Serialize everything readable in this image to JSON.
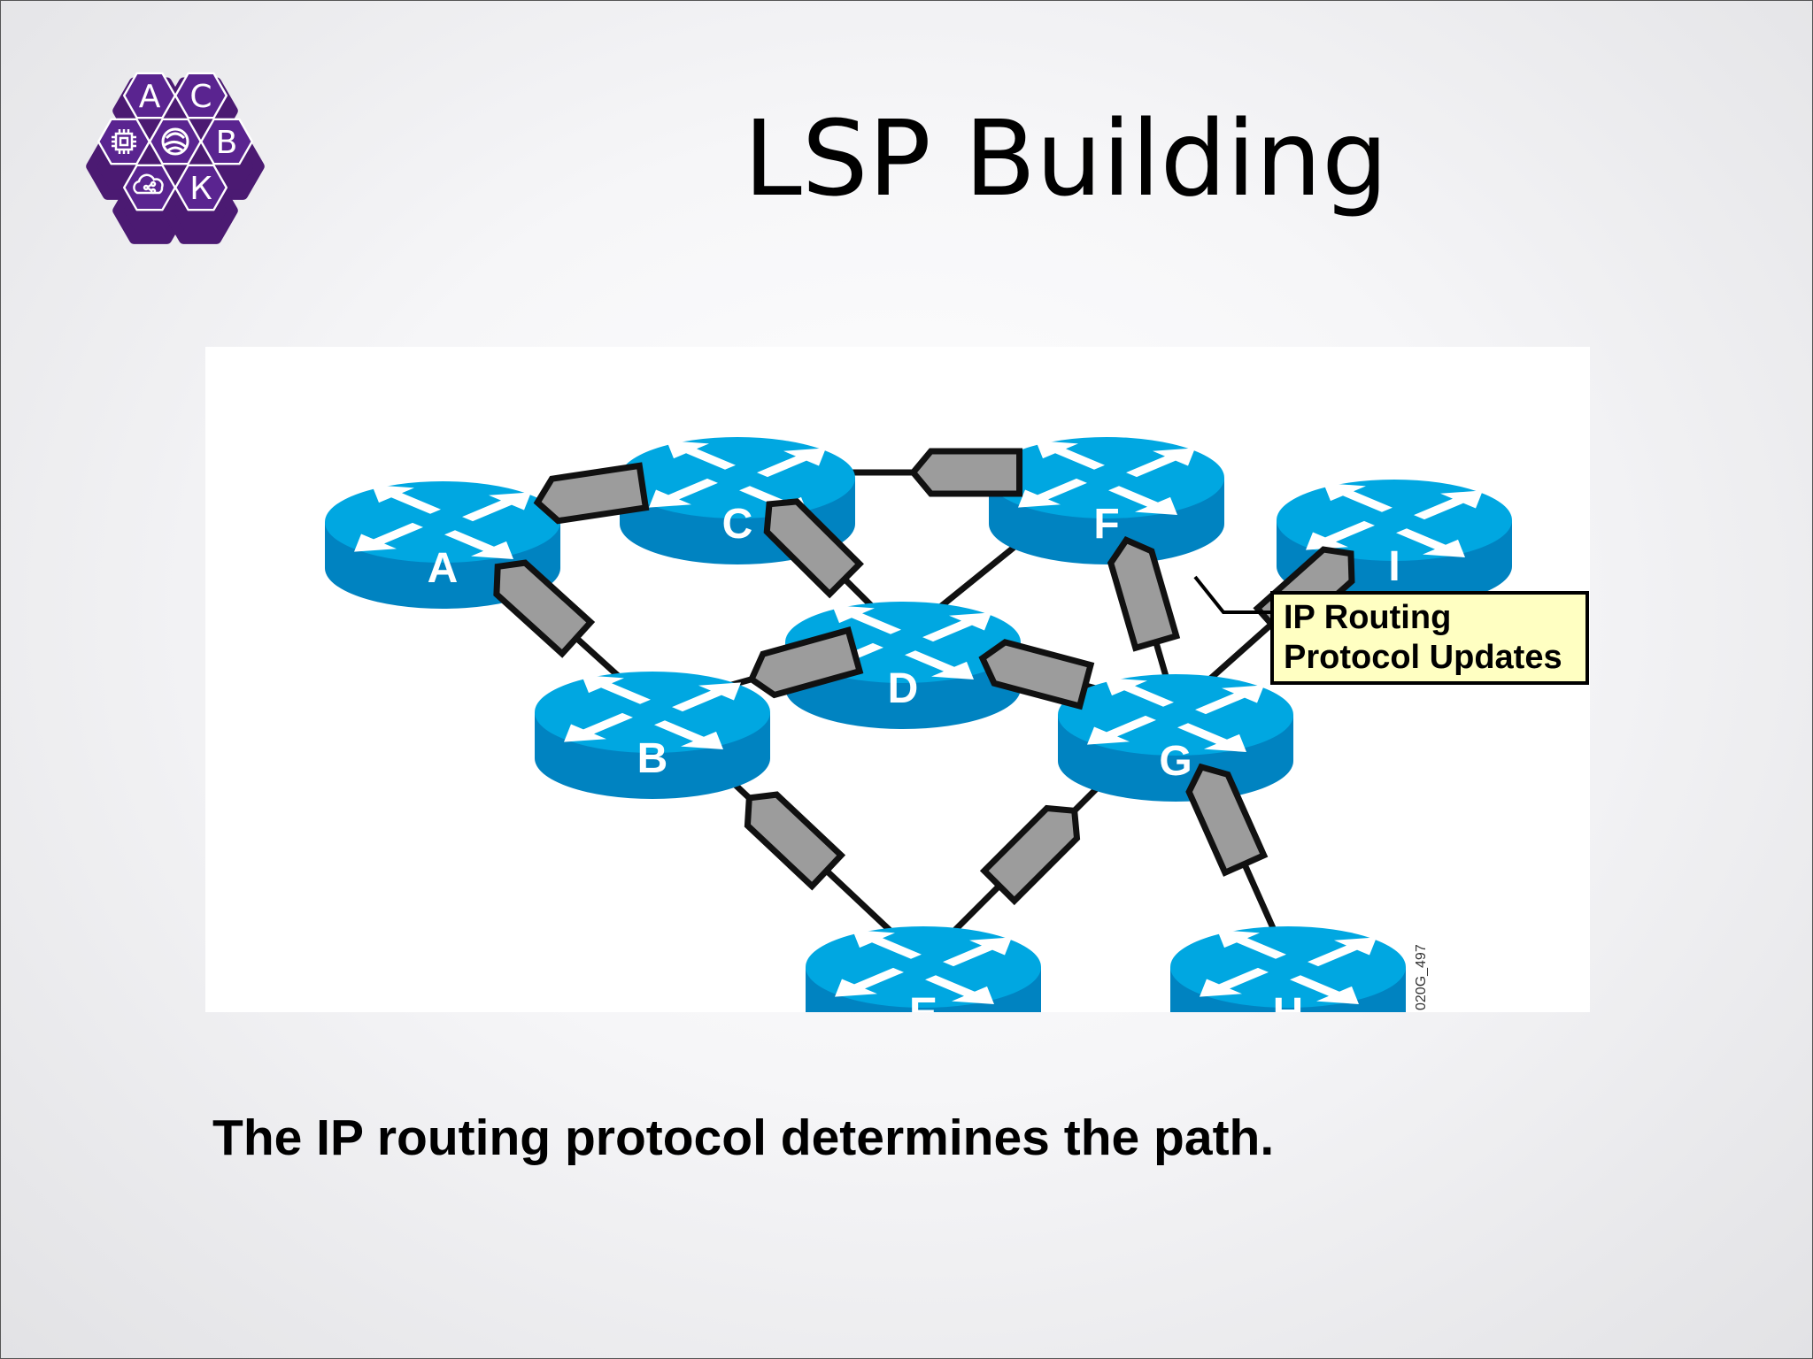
{
  "slide": {
    "title": "LSP Building",
    "caption": "The IP routing protocol determines the path."
  },
  "logo": {
    "letters": [
      "А",
      "С",
      "В",
      "К"
    ],
    "color": "#4b1a72"
  },
  "diagram": {
    "routers": [
      {
        "id": "A",
        "label": "A"
      },
      {
        "id": "B",
        "label": "B"
      },
      {
        "id": "C",
        "label": "C"
      },
      {
        "id": "D",
        "label": "D"
      },
      {
        "id": "E",
        "label": "E"
      },
      {
        "id": "F",
        "label": "F"
      },
      {
        "id": "G",
        "label": "G"
      },
      {
        "id": "H",
        "label": "H"
      },
      {
        "id": "I",
        "label": "I"
      }
    ],
    "links": [
      [
        "A",
        "C"
      ],
      [
        "A",
        "B"
      ],
      [
        "C",
        "F"
      ],
      [
        "C",
        "D"
      ],
      [
        "F",
        "D"
      ],
      [
        "B",
        "D"
      ],
      [
        "D",
        "G"
      ],
      [
        "F",
        "G"
      ],
      [
        "I",
        "G"
      ],
      [
        "B",
        "E"
      ],
      [
        "E",
        "G"
      ],
      [
        "G",
        "H"
      ]
    ],
    "legend": {
      "line1": "IP Routing",
      "line2": "Protocol Updates"
    },
    "figure_code": "020G_497",
    "colors": {
      "router_top": "#00a7e1",
      "router_side": "#0083c1",
      "packet_fill": "#9c9c9c",
      "legend_fill": "#ffffc2"
    }
  }
}
